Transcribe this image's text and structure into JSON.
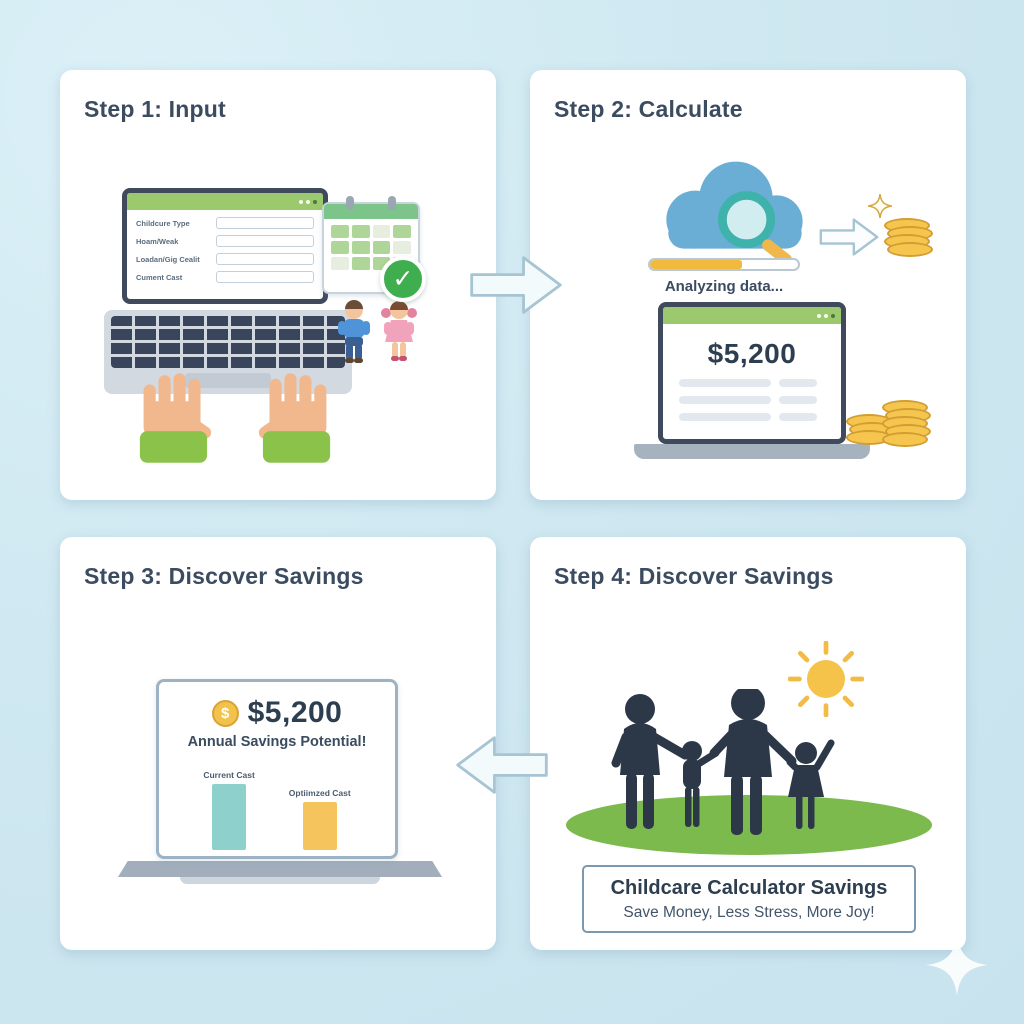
{
  "colors": {
    "background": "#cfe8f1",
    "panel": "#ffffff",
    "heading": "#3b4c61",
    "green_accent": "#9cc96d",
    "teal_accent": "#5fc2bb",
    "gold_accent": "#f2c14e",
    "cloud_blue": "#6aaed6",
    "silhouette_navy": "#2c3848",
    "grass_green": "#7cba4e"
  },
  "step1": {
    "title": "Step 1: Input",
    "form_fields": [
      {
        "label": "Childcure Type"
      },
      {
        "label": "Hoam/Weak"
      },
      {
        "label": "Loadan/Gig Cealit"
      },
      {
        "label": "Cument Cast"
      }
    ],
    "calendar_check": "✓"
  },
  "step2": {
    "title": "Step 2: Calculate",
    "status_text": "Analyzing data...",
    "progress_percent": 62,
    "result_amount": "$5,200"
  },
  "step3": {
    "title": "Step 3: Discover Savings",
    "coin_symbol": "$",
    "amount": "$5,200",
    "subtitle": "Annual Savings Potential!",
    "chart": {
      "type": "bar",
      "categories": [
        "Current Cast",
        "Optiimzed Cast"
      ],
      "relative_heights": [
        66,
        48
      ],
      "colors": [
        "#8ed0cc",
        "#f5c45c"
      ]
    }
  },
  "step4": {
    "title": "Step 4: Discover Savings",
    "banner_title": "Childcare Calculator Savings",
    "banner_subtitle": "Save Money, Less Stress, More Joy!"
  }
}
